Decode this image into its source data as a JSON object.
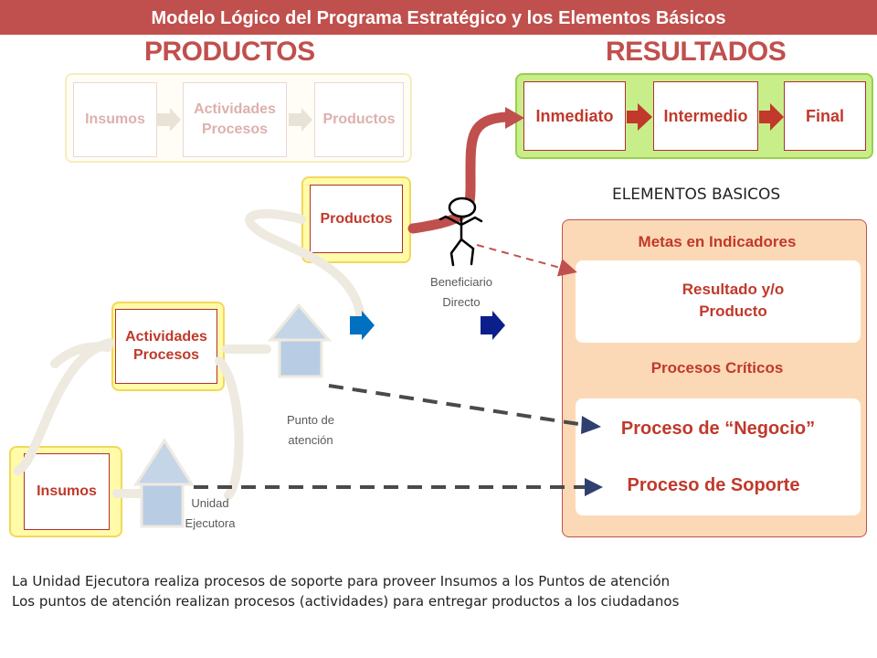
{
  "title": "Modelo Lógico  del Programa Estratégico  y los Elementos Básicos",
  "productos_heading": "PRODUCTOS",
  "resultados_heading": "RESULTADOS",
  "faded_chain": {
    "insumos": "Insumos",
    "actividades_l1": "Actividades",
    "actividades_l2": "Procesos",
    "productos": "Productos"
  },
  "resultados_chain": {
    "inmediato": "Inmediato",
    "intermedio": "Intermedio",
    "final": "Final"
  },
  "elementos_basicos": "ELEMENTOS BASICOS",
  "productos_box": "Productos",
  "actividades_box_l1": "Actividades",
  "actividades_box_l2": "Procesos",
  "insumos_box": "Insumos",
  "beneficiario_l1": "Beneficiario",
  "beneficiario_l2": "Directo",
  "punto_atencion_l1": "Punto de",
  "punto_atencion_l2": "atención",
  "unidad_ejecutora_l1": "Unidad",
  "unidad_ejecutora_l2": "Ejecutora",
  "panel": {
    "metas_title": "Metas en Indicadores",
    "resultado_l1": "Resultado y/o",
    "resultado_l2": "Producto",
    "procesos_criticos": "Procesos Críticos",
    "proceso_negocio": "Proceso de “Negocio”",
    "proceso_soporte": "Proceso de Soporte"
  },
  "footer": {
    "line1": "La Unidad Ejecutora realiza procesos de soporte para proveer Insumos a los Puntos de atención",
    "line2": "Los puntos de atención realizan procesos (actividades) para entregar productos a los ciudadanos"
  },
  "colors": {
    "accent_red": "#c0504d",
    "yellow": "#fffba8",
    "green": "#c8ee8a",
    "peach": "#fcd9b6",
    "house_blue": "#b8cce4",
    "blue_arrow": "#0070c0",
    "navy_arrow": "#1f3a93"
  }
}
